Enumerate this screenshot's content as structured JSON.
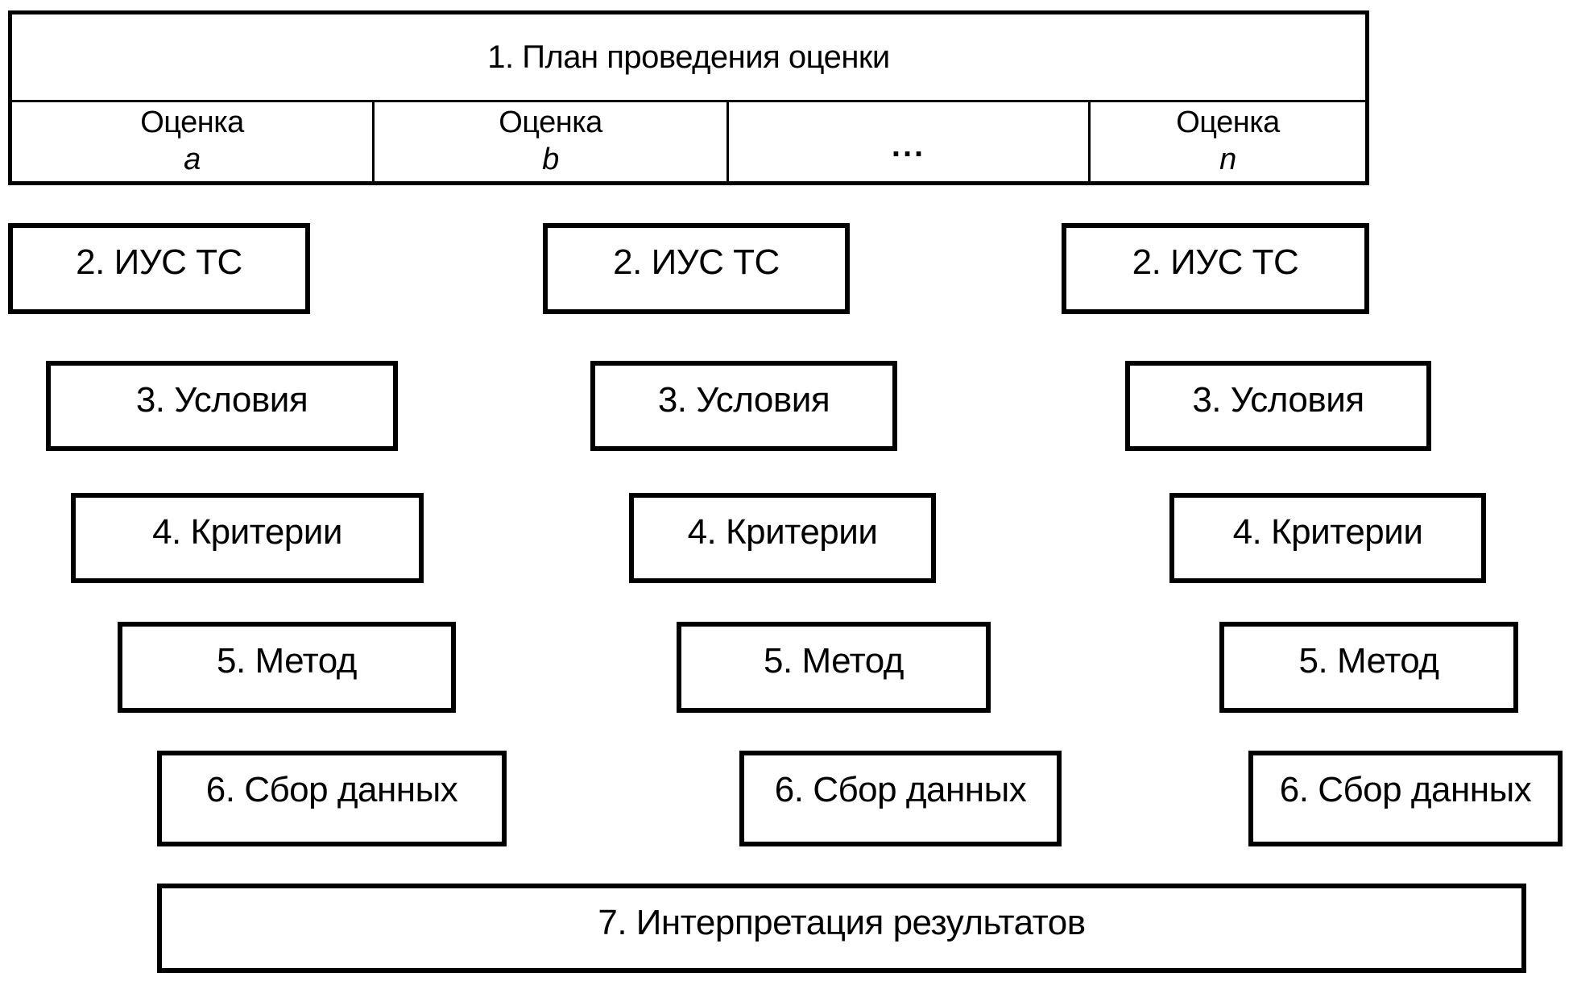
{
  "diagram": {
    "plan_table": {
      "header": "1. План проведения оценки",
      "cells": [
        {
          "title": "Оценка",
          "index": "a"
        },
        {
          "title": "Оценка",
          "index": "b"
        },
        {
          "title": "..."
        },
        {
          "title": "Оценка",
          "index": "n"
        }
      ]
    },
    "columns": [
      {
        "boxes": [
          "2. ИУС ТС",
          "3. Условия",
          "4. Критерии",
          "5. Метод",
          "6. Сбор данных"
        ]
      },
      {
        "boxes": [
          "2. ИУС ТС",
          "3. Условия",
          "4. Критерии",
          "5. Метод",
          "6. Сбор данных"
        ]
      },
      {
        "boxes": [
          "2. ИУС ТС",
          "3. Условия",
          "4. Критерии",
          "5. Метод",
          "6. Сбор данных"
        ]
      }
    ],
    "footer": "7. Интерпретация результатов"
  }
}
